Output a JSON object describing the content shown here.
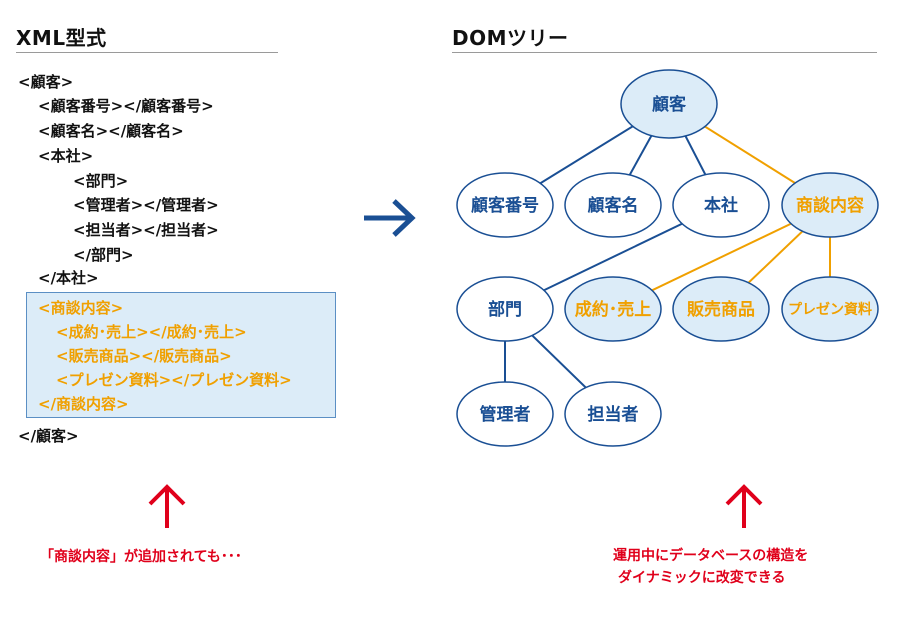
{
  "xml_panel": {
    "title": "XML型式",
    "lines": [
      {
        "text": "<顧客>",
        "indent": 0,
        "highlight": false
      },
      {
        "text": "<顧客番号></顧客番号>",
        "indent": 1,
        "highlight": false
      },
      {
        "text": "<顧客名></顧客名>",
        "indent": 1,
        "highlight": false
      },
      {
        "text": "<本社>",
        "indent": 1,
        "highlight": false
      },
      {
        "text": "<部門>",
        "indent": 2,
        "highlight": false
      },
      {
        "text": "<管理者></管理者>",
        "indent": 2,
        "highlight": false
      },
      {
        "text": "<担当者></担当者>",
        "indent": 2,
        "highlight": false
      },
      {
        "text": "</部門>",
        "indent": 2,
        "highlight": false
      },
      {
        "text": "</本社>",
        "indent": 1,
        "highlight": false
      },
      {
        "text": "<商談内容>",
        "indent": 0,
        "highlight": true
      },
      {
        "text": "<成約･売上></成約･売上>",
        "indent": 1,
        "highlight": true
      },
      {
        "text": "<販売商品></販売商品>",
        "indent": 1,
        "highlight": true
      },
      {
        "text": "<プレゼン資料></プレゼン資料>",
        "indent": 1,
        "highlight": true
      },
      {
        "text": "</商談内容>",
        "indent": 0,
        "highlight": true
      },
      {
        "text": "</顧客>",
        "indent": 0,
        "highlight": false
      }
    ]
  },
  "dom_panel": {
    "title": "DOMツリー",
    "nodes": [
      {
        "id": "root",
        "label": "顧客",
        "fill": "#dcecf8",
        "text_color": "#1a4f94"
      },
      {
        "id": "n1",
        "label": "顧客番号",
        "fill": "#ffffff",
        "text_color": "#1a4f94"
      },
      {
        "id": "n2",
        "label": "顧客名",
        "fill": "#ffffff",
        "text_color": "#1a4f94"
      },
      {
        "id": "n3",
        "label": "本社",
        "fill": "#ffffff",
        "text_color": "#1a4f94"
      },
      {
        "id": "n4",
        "label": "商談内容",
        "fill": "#dcecf8",
        "text_color": "#f0a000"
      },
      {
        "id": "n5",
        "label": "部門",
        "fill": "#ffffff",
        "text_color": "#1a4f94"
      },
      {
        "id": "n6",
        "label": "成約･売上",
        "fill": "#dcecf8",
        "text_color": "#f0a000"
      },
      {
        "id": "n7",
        "label": "販売商品",
        "fill": "#dcecf8",
        "text_color": "#f0a000"
      },
      {
        "id": "n8",
        "label": "プレゼン資料",
        "fill": "#dcecf8",
        "text_color": "#f0a000"
      },
      {
        "id": "n9",
        "label": "管理者",
        "fill": "#ffffff",
        "text_color": "#1a4f94"
      },
      {
        "id": "n10",
        "label": "担当者",
        "fill": "#ffffff",
        "text_color": "#1a4f94"
      }
    ],
    "edges": [
      {
        "from": "root",
        "to": "n1",
        "color": "#1a4f94"
      },
      {
        "from": "root",
        "to": "n2",
        "color": "#1a4f94"
      },
      {
        "from": "root",
        "to": "n3",
        "color": "#1a4f94"
      },
      {
        "from": "root",
        "to": "n4",
        "color": "#f0a000"
      },
      {
        "from": "n3",
        "to": "n5",
        "color": "#1a4f94"
      },
      {
        "from": "n4",
        "to": "n6",
        "color": "#f0a000"
      },
      {
        "from": "n4",
        "to": "n7",
        "color": "#f0a000"
      },
      {
        "from": "n4",
        "to": "n8",
        "color": "#f0a000"
      },
      {
        "from": "n5",
        "to": "n9",
        "color": "#1a4f94"
      },
      {
        "from": "n5",
        "to": "n10",
        "color": "#1a4f94"
      }
    ]
  },
  "captions": {
    "left": "「商談内容」が追加されても･･･",
    "right_line1": "運用中にデータベースの構造を",
    "right_line2": "ダイナミックに改変できる"
  },
  "icons": {
    "middle_arrow": "arrow-right-icon",
    "left_arrow": "arrow-up-icon",
    "right_arrow": "arrow-up-icon"
  },
  "colors": {
    "blue": "#1a4f94",
    "orange": "#f0a000",
    "red": "#e0001b",
    "light_blue_fill": "#dcecf8"
  }
}
